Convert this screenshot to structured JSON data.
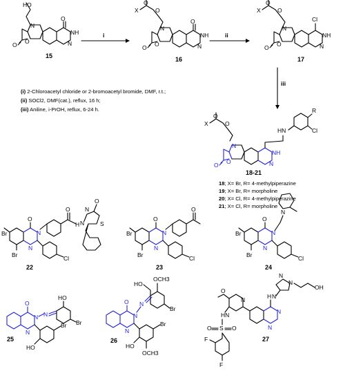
{
  "scheme": {
    "steps": {
      "i": "i",
      "ii": "ii",
      "iii": "iii"
    },
    "compound_numbers": {
      "c15": "15",
      "c16": "16",
      "c17": "17",
      "c18_21": "18-21",
      "c22": "22",
      "c23": "23",
      "c24": "24",
      "c25": "25",
      "c26": "26",
      "c27": "27"
    },
    "atom_labels": {
      "X": "X",
      "O": "O",
      "N": "N",
      "NH": "NH",
      "HN": "HN",
      "HO": "HO",
      "OH": "OH",
      "Cl": "Cl",
      "Br": "Br",
      "R": "R",
      "OCH3": "OCH3",
      "S": "S",
      "F": "F",
      "H": "H",
      "HN_flat": "HN",
      "N_eq": "N"
    },
    "conditions": [
      {
        "step": "(i)",
        "text": " 2-Chloroacetyl chloride or 2-bromoacetyl bromide, DMF, r.t.;"
      },
      {
        "step": "(ii)",
        "text": " SOCl2, DMF(cat.), reflux, 16 h;"
      },
      {
        "step": "(iii)",
        "text": " Aniline, i-PrOH, reflux, 6-24 h."
      }
    ],
    "products": [
      {
        "number": "18",
        "text": "; X= Br, R= 4-methylpiperazine"
      },
      {
        "number": "19",
        "text": "; X= Br, R= morpholine"
      },
      {
        "number": "20",
        "text": "; X= Cl, R= 4-methylpiperazine"
      },
      {
        "number": "21",
        "text": "; X= Cl, R= morpholine"
      }
    ],
    "colors": {
      "ink": "#000000",
      "highlight": "#2323d6"
    }
  }
}
